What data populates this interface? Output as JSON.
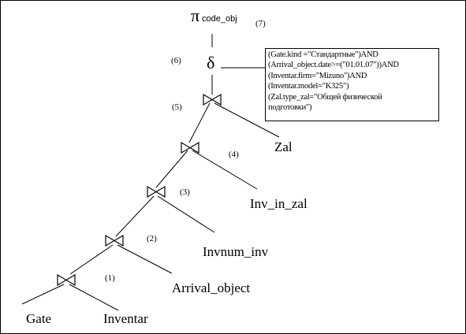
{
  "projection": {
    "symbol": "π",
    "attribute": "code_obj",
    "step": "(7)"
  },
  "selection": {
    "symbol": "δ",
    "step": "(6)",
    "conditions": [
      "(Gate.kind =\"Стандартные\")AND",
      "(Arrival_object.date>=(\"01.01.07\"))AND",
      "(Inventar.firm=\"Mizuno\")AND",
      "(Inventar.model=\"K325\")",
      "(Zal.type_zal=\"Общей физической",
      "подготовки\")"
    ]
  },
  "joins": [
    {
      "step": "(1)",
      "left": "Gate",
      "right": "Inventar"
    },
    {
      "step": "(2)",
      "right": "Arrival_object"
    },
    {
      "step": "(3)",
      "right": "Invnum_inv"
    },
    {
      "step": "(4)",
      "right": "Inv_in_zal"
    },
    {
      "step": "(5)",
      "right": "Zal"
    }
  ]
}
